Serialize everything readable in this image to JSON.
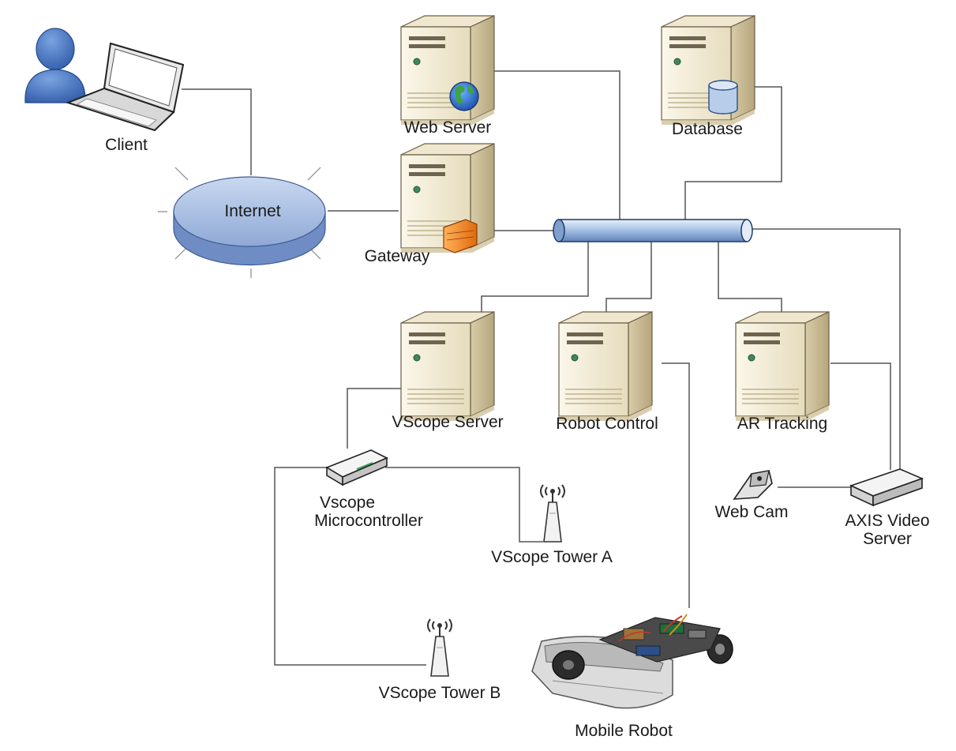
{
  "labels": {
    "client": "Client",
    "internet": "Internet",
    "web_server": "Web Server",
    "database": "Database",
    "gateway": "Gateway",
    "vscope_server": "VScope Server",
    "robot_control": "Robot Control",
    "ar_tracking": "AR Tracking",
    "vscope_micro_line1": "Vscope",
    "vscope_micro_line2": "Microcontroller",
    "tower_a": "VScope Tower A",
    "tower_b": "VScope Tower B",
    "web_cam": "Web Cam",
    "axis_line1": "AXIS Video",
    "axis_line2": "Server",
    "mobile_robot": "Mobile Robot"
  },
  "colors": {
    "server_body": "#f2ecd8",
    "server_dark": "#c9bb93",
    "bus_blue": "#9fbbe0",
    "internet_blue": "#8fa9d6",
    "person_blue": "#4a78c2",
    "line": "#555555"
  }
}
